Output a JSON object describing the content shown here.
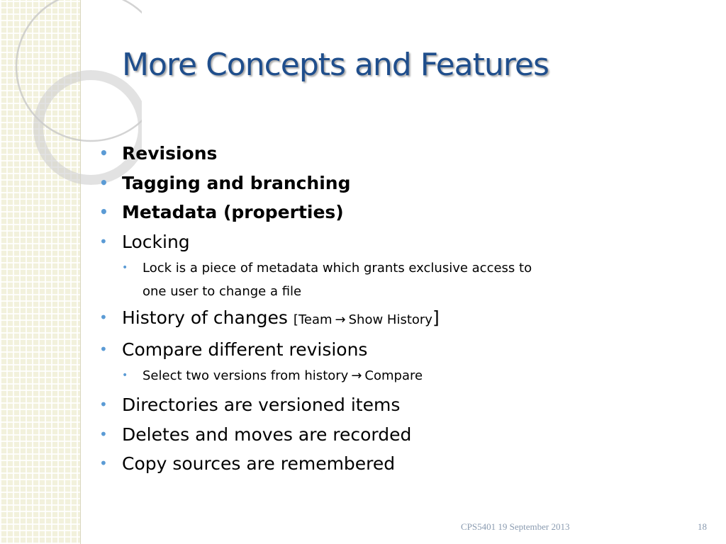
{
  "slide": {
    "title": "More Concepts and Features",
    "bullets": {
      "revisions": "Revisions",
      "tagging": "Tagging and branching",
      "metadata": "Metadata (properties)",
      "locking": "Locking",
      "lock_desc_line1": "Lock is a piece of metadata which grants exclusive access to",
      "lock_desc_line2": "one user to change a file",
      "history": "History of changes",
      "history_path_open": "[Team",
      "history_path_close": "Show History",
      "history_bracket_close": "]",
      "compare": "Compare different revisions",
      "compare_desc_start": "Select two versions from history",
      "compare_desc_end": "Compare",
      "directories": "Directories are versioned items",
      "deletes": "Deletes and moves are recorded",
      "copy": "Copy sources are remembered"
    },
    "arrow": "→",
    "footer": {
      "course_date": "CPS5401  19 September 2013",
      "page_number": "18"
    }
  },
  "colors": {
    "title": "#1f4e8c",
    "bullet": "#5b9bd5",
    "footer": "#8a9bb0",
    "sidebar": "#f2f1dc"
  }
}
